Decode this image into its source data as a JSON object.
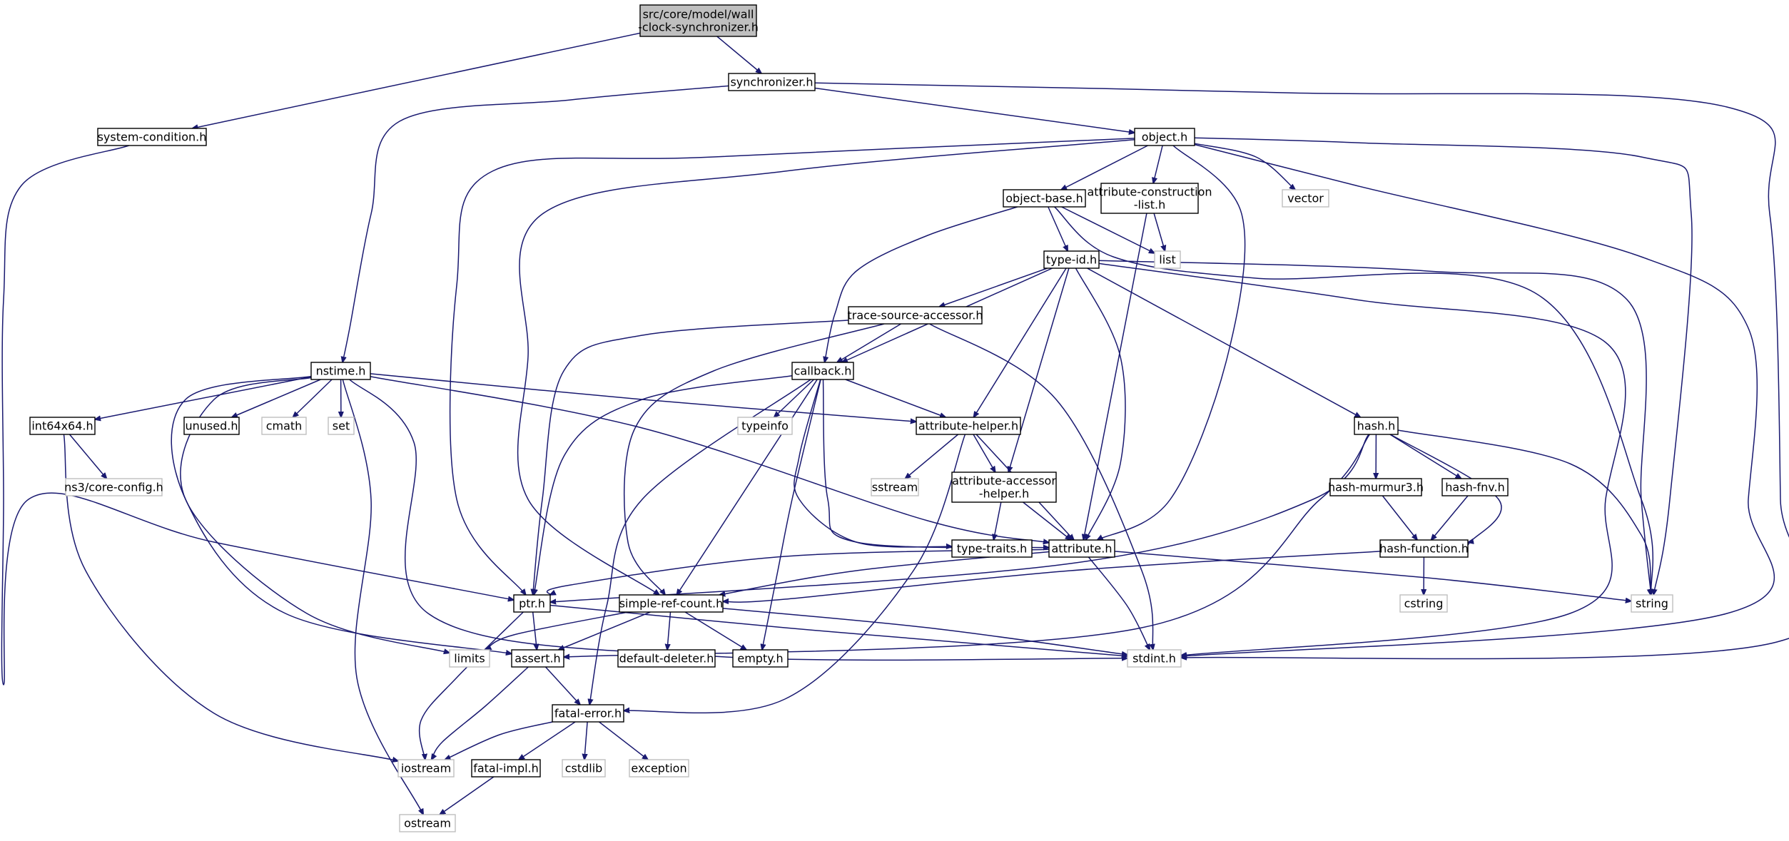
{
  "nodes": [
    {
      "id": "root",
      "lines": [
        "src/core/model/wall",
        "-clock-synchronizer.h"
      ],
      "kind": "root"
    },
    {
      "id": "synchronizer",
      "lines": [
        "synchronizer.h"
      ],
      "kind": "doc"
    },
    {
      "id": "system-condition",
      "lines": [
        "system-condition.h"
      ],
      "kind": "doc"
    },
    {
      "id": "object",
      "lines": [
        "object.h"
      ],
      "kind": "doc"
    },
    {
      "id": "object-base",
      "lines": [
        "object-base.h"
      ],
      "kind": "doc"
    },
    {
      "id": "attribute-construction-list",
      "lines": [
        "attribute-construction",
        "-list.h"
      ],
      "kind": "doc"
    },
    {
      "id": "vector",
      "lines": [
        "vector"
      ],
      "kind": "ext"
    },
    {
      "id": "list",
      "lines": [
        "list"
      ],
      "kind": "ext"
    },
    {
      "id": "type-id",
      "lines": [
        "type-id.h"
      ],
      "kind": "doc"
    },
    {
      "id": "trace-source-accessor",
      "lines": [
        "trace-source-accessor.h"
      ],
      "kind": "doc"
    },
    {
      "id": "nstime",
      "lines": [
        "nstime.h"
      ],
      "kind": "doc"
    },
    {
      "id": "callback",
      "lines": [
        "callback.h"
      ],
      "kind": "doc"
    },
    {
      "id": "int64x64",
      "lines": [
        "int64x64.h"
      ],
      "kind": "doc"
    },
    {
      "id": "unused",
      "lines": [
        "unused.h"
      ],
      "kind": "doc"
    },
    {
      "id": "cmath",
      "lines": [
        "cmath"
      ],
      "kind": "ext"
    },
    {
      "id": "set",
      "lines": [
        "set"
      ],
      "kind": "ext"
    },
    {
      "id": "typeinfo",
      "lines": [
        "typeinfo"
      ],
      "kind": "ext"
    },
    {
      "id": "attribute-helper",
      "lines": [
        "attribute-helper.h"
      ],
      "kind": "doc"
    },
    {
      "id": "hash",
      "lines": [
        "hash.h"
      ],
      "kind": "doc"
    },
    {
      "id": "ns3-core-config",
      "lines": [
        "ns3/core-config.h"
      ],
      "kind": "ext"
    },
    {
      "id": "sstream",
      "lines": [
        "sstream"
      ],
      "kind": "ext"
    },
    {
      "id": "attribute-accessor-helper",
      "lines": [
        "attribute-accessor",
        "-helper.h"
      ],
      "kind": "doc"
    },
    {
      "id": "hash-murmur3",
      "lines": [
        "hash-murmur3.h"
      ],
      "kind": "doc"
    },
    {
      "id": "hash-fnv",
      "lines": [
        "hash-fnv.h"
      ],
      "kind": "doc"
    },
    {
      "id": "type-traits",
      "lines": [
        "type-traits.h"
      ],
      "kind": "doc"
    },
    {
      "id": "attribute",
      "lines": [
        "attribute.h"
      ],
      "kind": "doc"
    },
    {
      "id": "hash-function",
      "lines": [
        "hash-function.h"
      ],
      "kind": "doc"
    },
    {
      "id": "ptr",
      "lines": [
        "ptr.h"
      ],
      "kind": "doc"
    },
    {
      "id": "simple-ref-count",
      "lines": [
        "simple-ref-count.h"
      ],
      "kind": "doc"
    },
    {
      "id": "string",
      "lines": [
        "string"
      ],
      "kind": "ext"
    },
    {
      "id": "cstring",
      "lines": [
        "cstring"
      ],
      "kind": "ext"
    },
    {
      "id": "limits",
      "lines": [
        "limits"
      ],
      "kind": "ext"
    },
    {
      "id": "assert",
      "lines": [
        "assert.h"
      ],
      "kind": "doc"
    },
    {
      "id": "default-deleter",
      "lines": [
        "default-deleter.h"
      ],
      "kind": "doc"
    },
    {
      "id": "empty",
      "lines": [
        "empty.h"
      ],
      "kind": "doc"
    },
    {
      "id": "stdint",
      "lines": [
        "stdint.h"
      ],
      "kind": "ext"
    },
    {
      "id": "fatal-error",
      "lines": [
        "fatal-error.h"
      ],
      "kind": "doc"
    },
    {
      "id": "iostream",
      "lines": [
        "iostream"
      ],
      "kind": "ext"
    },
    {
      "id": "fatal-impl",
      "lines": [
        "fatal-impl.h"
      ],
      "kind": "doc"
    },
    {
      "id": "cstdlib",
      "lines": [
        "cstdlib"
      ],
      "kind": "ext"
    },
    {
      "id": "exception",
      "lines": [
        "exception"
      ],
      "kind": "ext"
    },
    {
      "id": "ostream",
      "lines": [
        "ostream"
      ],
      "kind": "ext"
    }
  ],
  "edges": [
    [
      "root",
      "synchronizer"
    ],
    [
      "root",
      "system-condition"
    ],
    [
      "synchronizer",
      "object"
    ],
    [
      "synchronizer",
      "nstime"
    ],
    [
      "synchronizer",
      "stdint"
    ],
    [
      "system-condition",
      "ptr"
    ],
    [
      "object",
      "object-base"
    ],
    [
      "object",
      "attribute-construction-list"
    ],
    [
      "object",
      "vector"
    ],
    [
      "object",
      "ptr"
    ],
    [
      "object",
      "simple-ref-count"
    ],
    [
      "object",
      "attribute"
    ],
    [
      "object",
      "string"
    ],
    [
      "object",
      "stdint"
    ],
    [
      "object-base",
      "type-id"
    ],
    [
      "object-base",
      "callback"
    ],
    [
      "object-base",
      "list"
    ],
    [
      "object-base",
      "string"
    ],
    [
      "attribute-construction-list",
      "list"
    ],
    [
      "attribute-construction-list",
      "attribute"
    ],
    [
      "type-id",
      "trace-source-accessor"
    ],
    [
      "type-id",
      "callback"
    ],
    [
      "type-id",
      "attribute-helper"
    ],
    [
      "type-id",
      "attribute-accessor-helper"
    ],
    [
      "type-id",
      "attribute"
    ],
    [
      "type-id",
      "hash"
    ],
    [
      "type-id",
      "string"
    ],
    [
      "type-id",
      "stdint"
    ],
    [
      "trace-source-accessor",
      "callback"
    ],
    [
      "trace-source-accessor",
      "ptr"
    ],
    [
      "trace-source-accessor",
      "simple-ref-count"
    ],
    [
      "trace-source-accessor",
      "stdint"
    ],
    [
      "nstime",
      "int64x64"
    ],
    [
      "nstime",
      "unused"
    ],
    [
      "nstime",
      "cmath"
    ],
    [
      "nstime",
      "set"
    ],
    [
      "nstime",
      "attribute-helper"
    ],
    [
      "nstime",
      "attribute"
    ],
    [
      "nstime",
      "assert"
    ],
    [
      "nstime",
      "limits"
    ],
    [
      "nstime",
      "stdint"
    ],
    [
      "nstime",
      "ostream"
    ],
    [
      "callback",
      "typeinfo"
    ],
    [
      "callback",
      "attribute-helper"
    ],
    [
      "callback",
      "ptr"
    ],
    [
      "callback",
      "simple-ref-count"
    ],
    [
      "callback",
      "fatal-error"
    ],
    [
      "callback",
      "empty"
    ],
    [
      "callback",
      "type-traits"
    ],
    [
      "callback",
      "attribute"
    ],
    [
      "int64x64",
      "ns3-core-config"
    ],
    [
      "int64x64",
      "iostream"
    ],
    [
      "attribute-helper",
      "sstream"
    ],
    [
      "attribute-helper",
      "attribute-accessor-helper"
    ],
    [
      "attribute-helper",
      "attribute"
    ],
    [
      "attribute-helper",
      "fatal-error"
    ],
    [
      "attribute-accessor-helper",
      "type-traits"
    ],
    [
      "attribute-accessor-helper",
      "attribute"
    ],
    [
      "hash",
      "hash-murmur3"
    ],
    [
      "hash",
      "hash-fnv"
    ],
    [
      "hash",
      "hash-function"
    ],
    [
      "hash",
      "string"
    ],
    [
      "hash",
      "assert"
    ],
    [
      "hash",
      "ptr"
    ],
    [
      "hash-murmur3",
      "hash-function"
    ],
    [
      "hash-fnv",
      "hash-function"
    ],
    [
      "hash-function",
      "cstring"
    ],
    [
      "hash-function",
      "simple-ref-count"
    ],
    [
      "attribute",
      "ptr"
    ],
    [
      "attribute",
      "simple-ref-count"
    ],
    [
      "attribute",
      "string"
    ],
    [
      "attribute",
      "stdint"
    ],
    [
      "ptr",
      "assert"
    ],
    [
      "ptr",
      "iostream"
    ],
    [
      "ptr",
      "stdint"
    ],
    [
      "simple-ref-count",
      "assert"
    ],
    [
      "simple-ref-count",
      "limits"
    ],
    [
      "simple-ref-count",
      "default-deleter"
    ],
    [
      "simple-ref-count",
      "empty"
    ],
    [
      "simple-ref-count",
      "stdint"
    ],
    [
      "assert",
      "fatal-error"
    ],
    [
      "assert",
      "iostream"
    ],
    [
      "fatal-error",
      "iostream"
    ],
    [
      "fatal-error",
      "fatal-impl"
    ],
    [
      "fatal-error",
      "cstdlib"
    ],
    [
      "fatal-error",
      "exception"
    ],
    [
      "fatal-impl",
      "ostream"
    ]
  ]
}
